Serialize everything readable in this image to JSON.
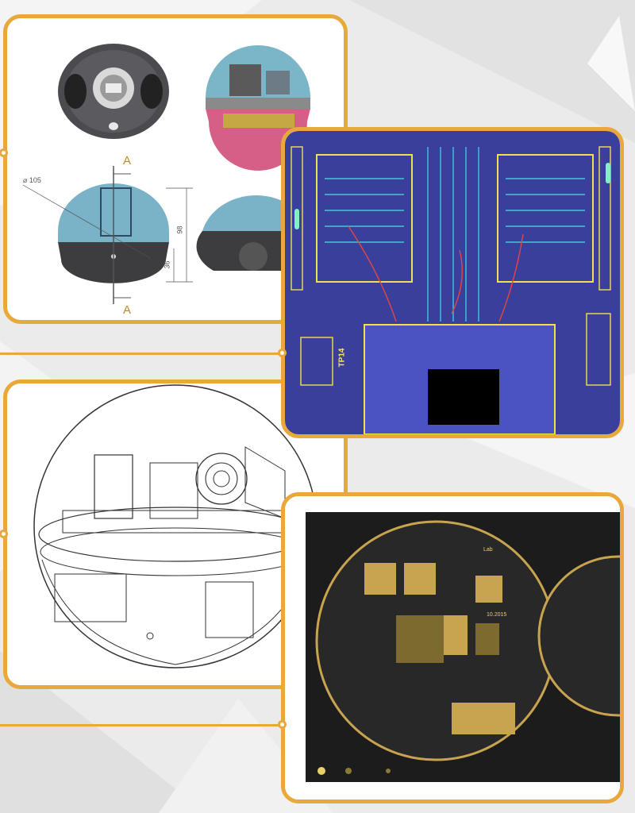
{
  "drawing_panel": {
    "diameter_label": "⌀ 105",
    "height_label": "98",
    "lower_height_label": "36",
    "section_top": "A",
    "section_bottom": "A"
  },
  "pcb_layout_panel": {
    "test_point_label": "TP14"
  },
  "board_photo_panel": {
    "silkscreen_lab": "Lab",
    "silkscreen_date": "10.2015"
  },
  "colors": {
    "accent": "#e9a93a",
    "pcb_background": "#3a3f9c",
    "board_black": "#1c1c1c",
    "gold": "#c8a450"
  }
}
